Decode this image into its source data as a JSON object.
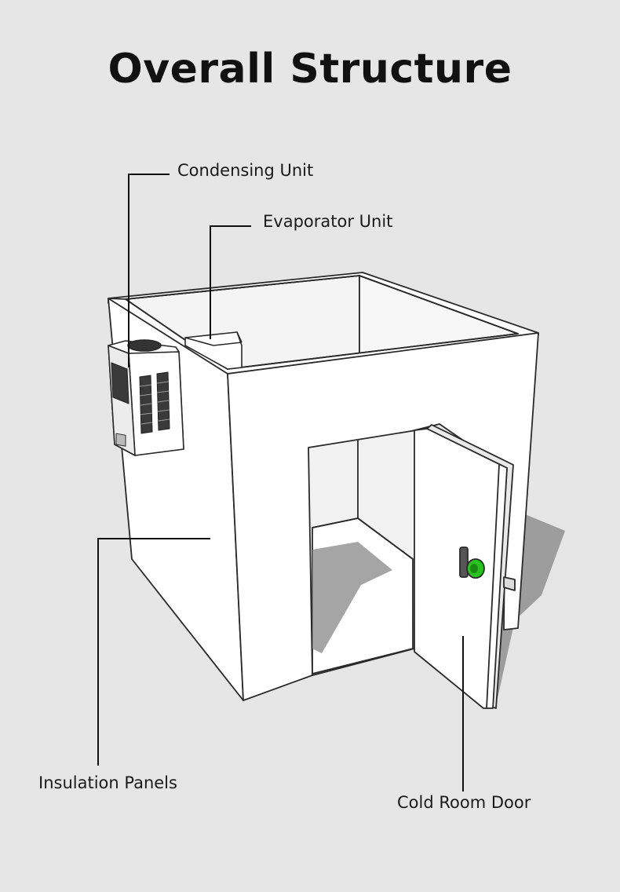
{
  "title": "Overall Structure",
  "labels": {
    "condensing_unit": "Condensing Unit",
    "evaporator_unit": "Evaporator Unit",
    "insulation_panels": "Insulation Panels",
    "cold_room_door": "Cold Room Door"
  },
  "colors": {
    "background": "#e6e6e6",
    "panel": "#ffffff",
    "outline": "#2a2a2a",
    "shadow": "#8c8c8c",
    "door_button": "#27c21b"
  }
}
